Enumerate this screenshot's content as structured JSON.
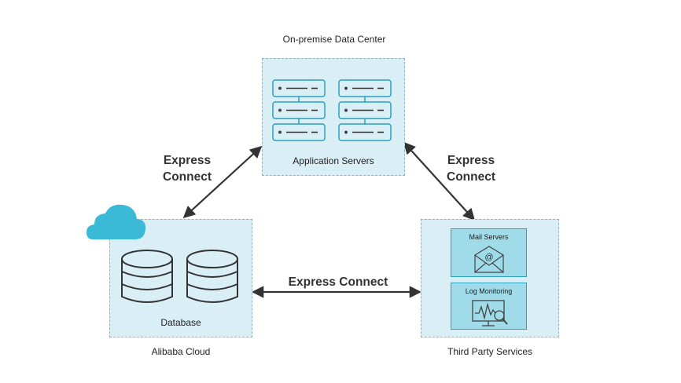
{
  "nodes": {
    "datacenter": {
      "caption": "On-premise Data Center",
      "label": "Application Servers"
    },
    "cloud": {
      "caption": "Alibaba Cloud",
      "label": "Database"
    },
    "third_party": {
      "caption": "Third Party Services",
      "panels": [
        {
          "title": "Mail Servers",
          "icon": "envelope-at-icon"
        },
        {
          "title": "Log Monitoring",
          "icon": "monitor-magnifier-icon"
        }
      ]
    }
  },
  "connections": [
    {
      "from": "Alibaba Cloud",
      "to": "On-premise Data Center",
      "line1": "Express",
      "line2": "Connect"
    },
    {
      "from": "On-premise Data Center",
      "to": "Third Party Services",
      "line1": "Express",
      "line2": "Connect"
    },
    {
      "from": "Alibaba Cloud",
      "to": "Third Party Services",
      "label": "Express Connect"
    }
  ],
  "colors": {
    "box_fill": "#d9eff5",
    "box_border": "#8fb3bf",
    "accent": "#2b9fbf",
    "panel_fill": "#9fdbe9",
    "cloud": "#3bbad8",
    "arrow": "#333333"
  }
}
